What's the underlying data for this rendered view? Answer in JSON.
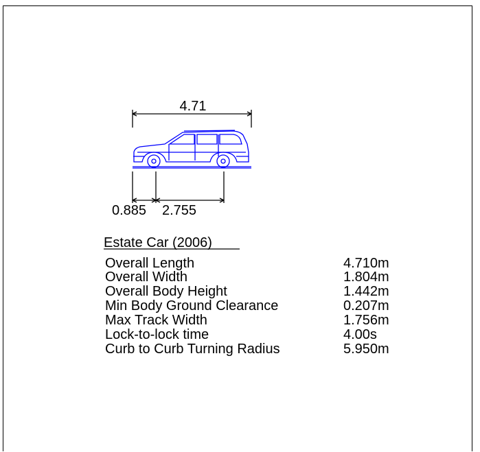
{
  "dimensions": {
    "overall_length": "4.71",
    "front_overhang": "0.885",
    "wheelbase": "2.755"
  },
  "title": "Estate Car (2006)",
  "specs": [
    {
      "label": "Overall Length",
      "value": "4.710m"
    },
    {
      "label": "Overall Width",
      "value": "1.804m"
    },
    {
      "label": "Overall Body Height",
      "value": "1.442m"
    },
    {
      "label": "Min Body Ground Clearance",
      "value": "0.207m"
    },
    {
      "label": "Max Track Width",
      "value": "1.756m"
    },
    {
      "label": "Lock-to-lock time",
      "value": "4.00s"
    },
    {
      "label": "Curb to Curb Turning Radius",
      "value": "5.950m"
    }
  ],
  "colors": {
    "car_outline": "#0000ff",
    "dimension_lines": "#000000"
  }
}
